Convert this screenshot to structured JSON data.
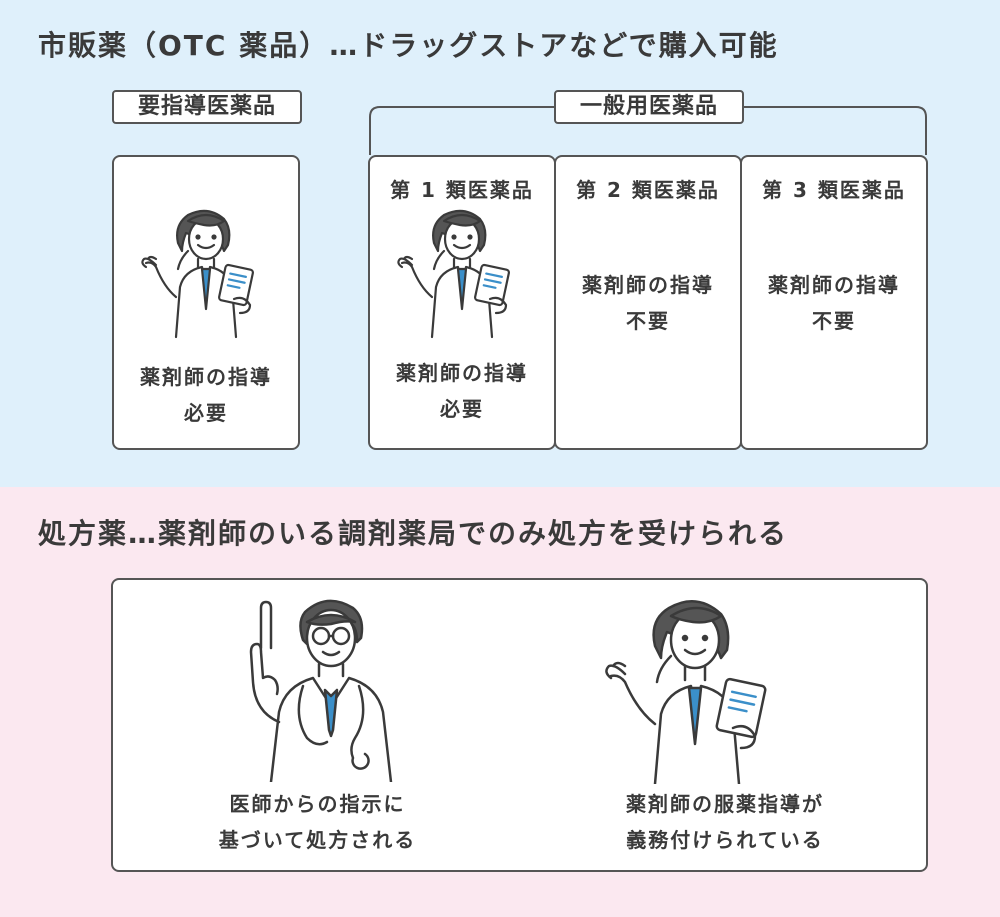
{
  "otc_section": {
    "heading": "市販薬（OTC 薬品）…ドラッグストアなどで購入可能",
    "guidance_label": "要指導医薬品",
    "general_label": "一般用医薬品",
    "guidance_card": {
      "line1": "薬剤師の指導",
      "line2": "必要"
    },
    "class1": {
      "title": "第 1 類医薬品",
      "line1": "薬剤師の指導",
      "line2": "必要"
    },
    "class2": {
      "title": "第 2 類医薬品",
      "line1": "薬剤師の指導",
      "line2": "不要"
    },
    "class3": {
      "title": "第 3 類医薬品",
      "line1": "薬剤師の指導",
      "line2": "不要"
    }
  },
  "rx_section": {
    "heading": "処方薬…薬剤師のいる調剤薬局でのみ処方を受けられる",
    "doctor": {
      "line1": "医師からの指示に",
      "line2": "基づいて処方される"
    },
    "pharmacist": {
      "line1": "薬剤師の服薬指導が",
      "line2": "義務付けられている"
    }
  },
  "colors": {
    "top_bg": "#dff0fb",
    "bottom_bg": "#fbe8f0",
    "tie_accent": "#3b8fc9",
    "line": "#555555"
  },
  "icons": [
    "pharmacist-illustration",
    "doctor-illustration"
  ]
}
